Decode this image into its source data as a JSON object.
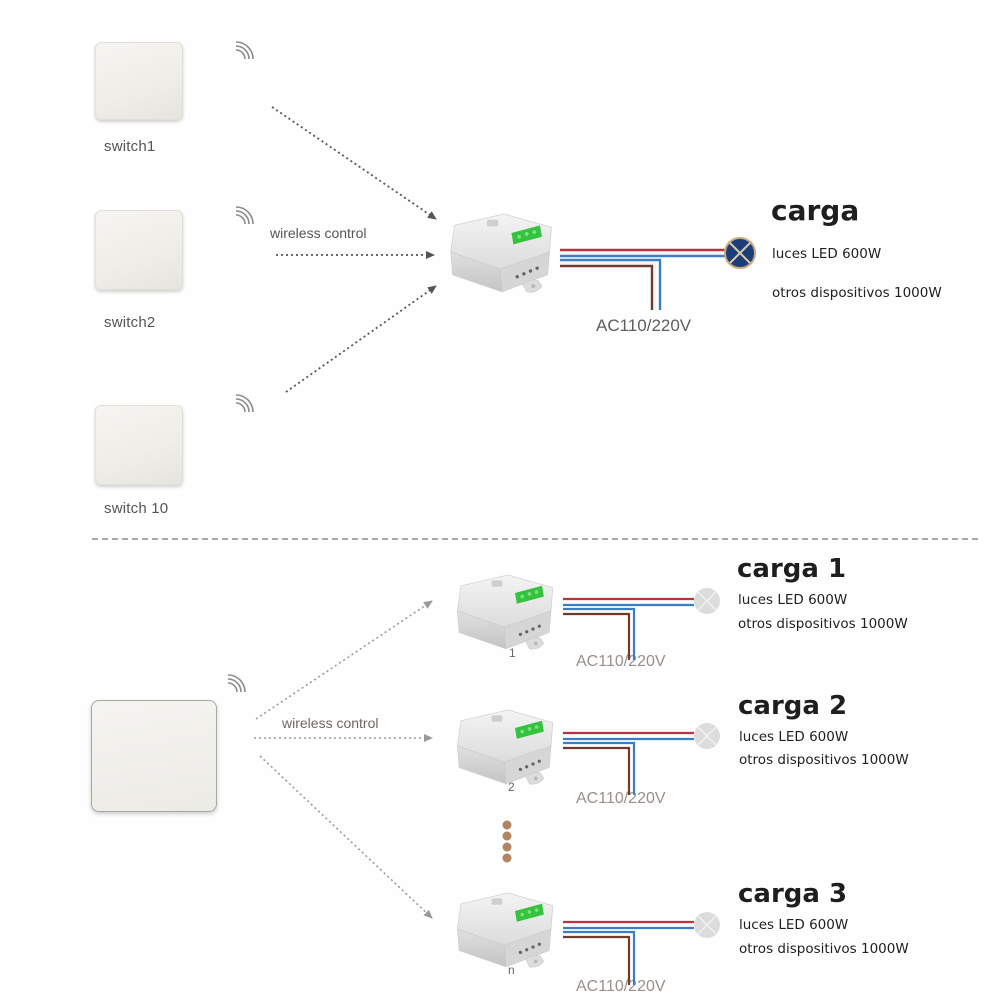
{
  "top_diagram": {
    "switches": [
      {
        "label": "switch1"
      },
      {
        "label": "switch2"
      },
      {
        "label": "switch 10"
      }
    ],
    "wireless_label": "wireless control",
    "power_label": "AC110/220V",
    "load": {
      "title": "carga",
      "lines": [
        "luces LED 600W",
        "otros dispositivos 1000W"
      ]
    }
  },
  "bottom_diagram": {
    "wireless_label": "wireless control",
    "receivers": [
      {
        "number": "1",
        "power_label": "AC110/220V",
        "load_title": "carga 1",
        "lines": [
          "luces LED 600W",
          "otros dispositivos 1000W"
        ]
      },
      {
        "number": "2",
        "power_label": "AC110/220V",
        "load_title": "carga 2",
        "lines": [
          "luces LED 600W",
          "otros dispositivos 1000W"
        ]
      },
      {
        "number": "n",
        "power_label": "AC110/220V",
        "load_title": "carga 3",
        "lines": [
          "luces LED 600W",
          "otros dispositivos 1000W"
        ]
      }
    ]
  },
  "colors": {
    "wire_live": "#b8343e",
    "wire_neutral": "#3a7ec4",
    "wire_brown": "#6e3b2c",
    "relay_led": "#2fbf3a",
    "lamp_dark": "#1c3d78",
    "lamp_light": "#dcdcdc",
    "ellipsis_dots": "#b08562"
  }
}
